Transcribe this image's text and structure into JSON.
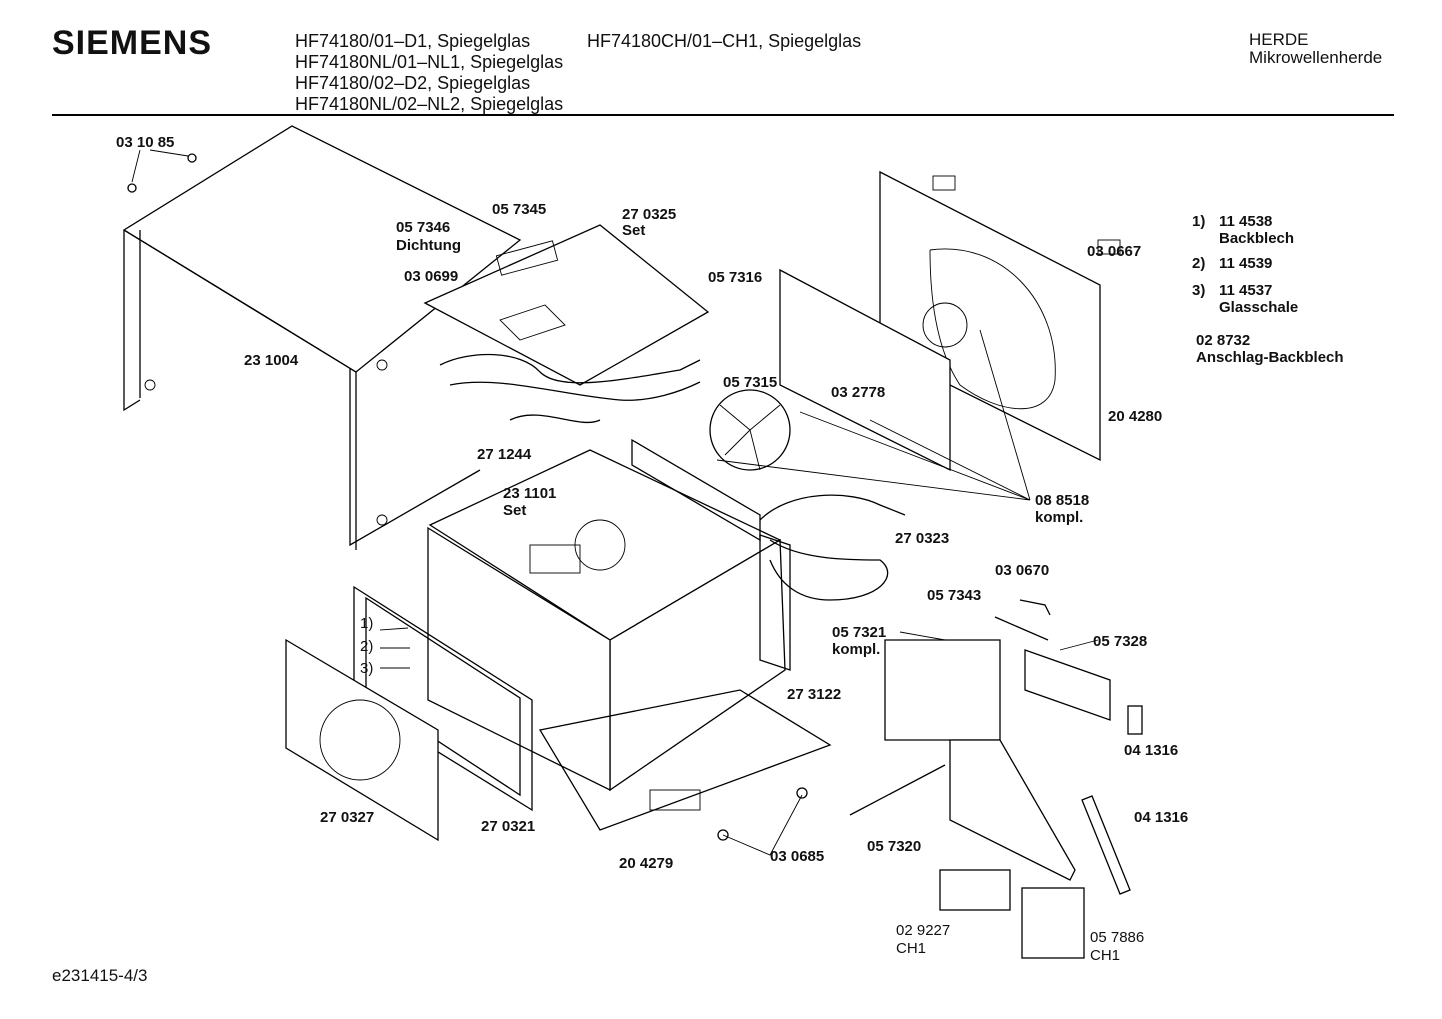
{
  "header": {
    "brand": "SIEMENS",
    "models_col1": [
      "HF74180/01–D1, Spiegelglas",
      "HF74180NL/01–NL1, Spiegelglas",
      "HF74180/02–D2, Spiegelglas",
      "HF74180NL/02–NL2, Spiegelglas"
    ],
    "models_col2": [
      "HF74180CH/01–CH1, Spiegelglas"
    ],
    "category": "HERDE",
    "subcategory": "Mikrowellenherde"
  },
  "legend": [
    {
      "num": "1)",
      "part": "11 4538",
      "desc": "Backblech"
    },
    {
      "num": "2)",
      "part": "11 4539",
      "desc": ""
    },
    {
      "num": "3)",
      "part": "11 4537",
      "desc": "Glasschale"
    }
  ],
  "extra_part": {
    "part": "02 8732",
    "desc": "Anschlag-Backblech"
  },
  "labels": {
    "p031085": "03 10 85",
    "p057346": "05 7346",
    "dichtung": "Dichtung",
    "p057345": "05 7345",
    "p270325": "27 0325",
    "set1": "Set",
    "p030699": "03 0699",
    "p057316": "05 7316",
    "p057315": "05 7315",
    "p030667": "03 0667",
    "p231004": "23 1004",
    "p032778": "03 2778",
    "p204280": "20 4280",
    "p271244": "27 1244",
    "p231101": "23 1101",
    "set2": "Set",
    "p088518": "08 8518",
    "kompl1": "kompl.",
    "p270323": "27 0323",
    "p030670": "03 0670",
    "p057343": "05 7343",
    "i1": "1)",
    "i2": "2)",
    "i3": "3)",
    "p057321": "05 7321",
    "kompl2": "kompl.",
    "p057328": "05 7328",
    "p273122": "27 3122",
    "p041316a": "04 1316",
    "p041316b": "04 1316",
    "p270327": "27 0327",
    "p270321": "27 0321",
    "p057320": "05 7320",
    "p030685": "03 0685",
    "p204279": "20 4279",
    "p029227": "02 9227",
    "ch1a": "CH1",
    "p057886": "05 7886",
    "ch1b": "CH1"
  },
  "footer": {
    "code": "e231415-4/3"
  }
}
